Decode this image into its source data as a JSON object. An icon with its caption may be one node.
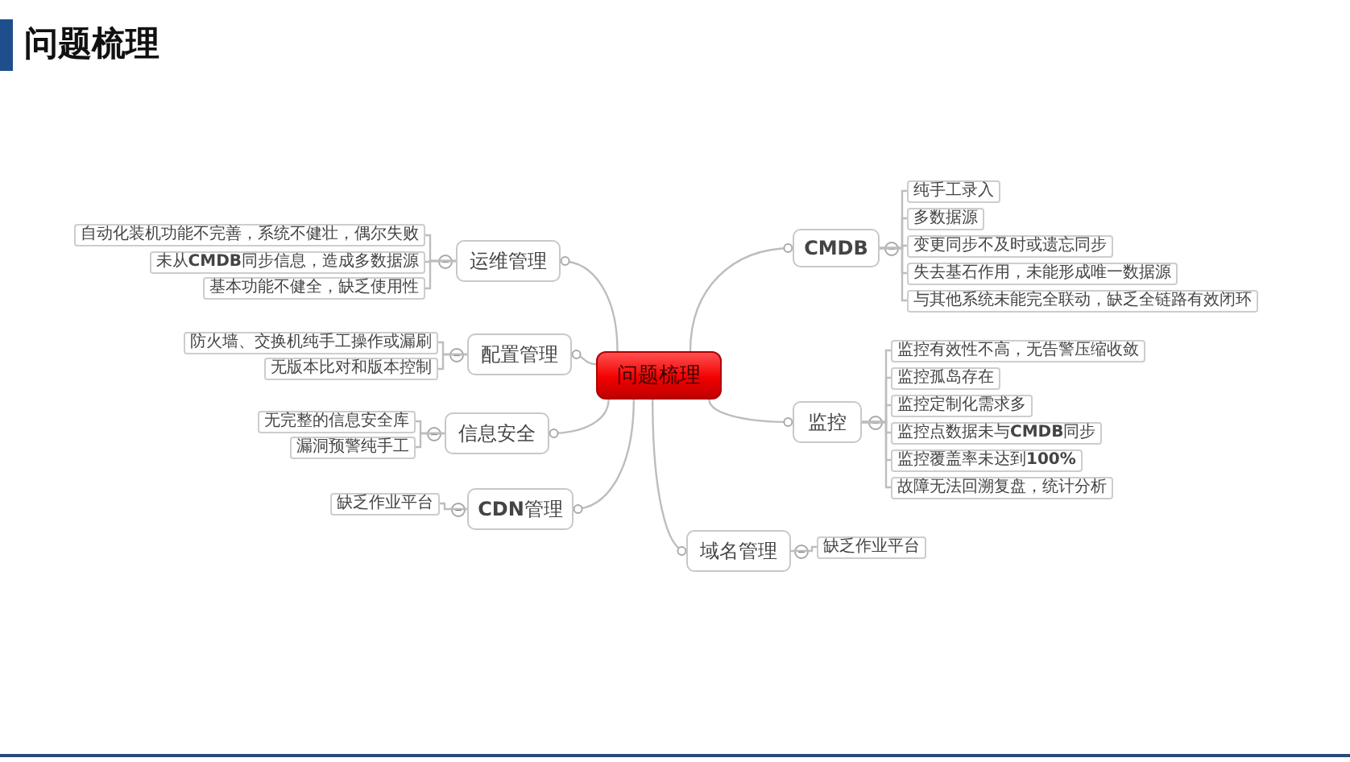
{
  "diagram": {
    "title": "问题梳理",
    "nodes": [
      {
        "text": [
          "问题梳理"
        ]
      },
      {
        "text": [
          "运维管理"
        ]
      },
      {
        "text": [
          "自动化装机功能不完善，系统不健壮，偶尔失败"
        ]
      },
      {
        "text": [
          "未从**CMDB**同步信息，造成多数据源"
        ]
      },
      {
        "text": [
          "基本功能不健全，缺乏使用性"
        ]
      },
      {
        "text": [
          "配置管理"
        ]
      },
      {
        "text": [
          "防火墙、交换机纯手工操作或漏刷"
        ]
      },
      {
        "text": [
          "无版本比对和版本控制"
        ]
      },
      {
        "text": [
          "信息安全"
        ]
      },
      {
        "text": [
          "无完整的信息安全库"
        ]
      },
      {
        "text": [
          "漏洞预警纯手工"
        ]
      },
      {
        "text": [
          "**CDN**管理"
        ]
      },
      {
        "text": [
          "缺乏作业平台"
        ]
      },
      {
        "text": [
          "CMDB"
        ]
      },
      {
        "text": [
          "纯手工录入"
        ]
      },
      {
        "text": [
          "多数据源"
        ]
      },
      {
        "text": [
          "变更同步不及时或遗忘同步"
        ]
      },
      {
        "text": [
          "失去基石作用，未能形成唯一数据源"
        ]
      },
      {
        "text": [
          "与其他系统未能完全联动，缺乏全链路有效闭环"
        ]
      },
      {
        "text": [
          "监控"
        ]
      },
      {
        "text": [
          "监控有效性不高，无告警压缩收敛"
        ]
      },
      {
        "text": [
          "监控孤岛存在"
        ]
      },
      {
        "text": [
          "监控定制化需求多"
        ]
      },
      {
        "text": [
          "监控点数据未与**CMDB**同步"
        ]
      },
      {
        "text": [
          "监控覆盖率未达到**100%**"
        ]
      },
      {
        "text": [
          "故障无法回溯复盘，统计分析"
        ]
      },
      {
        "text": [
          "域名管理"
        ]
      },
      {
        "text": [
          "缺乏作业平台"
        ]
      }
    ],
    "edges": [
      {
        "from": 0,
        "to": 1,
        "arrow": "other"
      },
      {
        "from": 1,
        "to": 2,
        "arrow": "none"
      },
      {
        "from": 1,
        "to": 3,
        "arrow": "none"
      },
      {
        "from": 1,
        "to": 4,
        "arrow": "none"
      },
      {
        "from": 0,
        "to": 5,
        "arrow": "other"
      },
      {
        "from": 5,
        "to": 6,
        "arrow": "none"
      },
      {
        "from": 5,
        "to": 7,
        "arrow": "none"
      },
      {
        "from": 0,
        "to": 8,
        "arrow": "other"
      },
      {
        "from": 8,
        "to": 9,
        "arrow": "none"
      },
      {
        "from": 8,
        "to": 10,
        "arrow": "none"
      },
      {
        "from": 0,
        "to": 11,
        "arrow": "other"
      },
      {
        "from": 11,
        "to": 12,
        "arrow": "none"
      },
      {
        "from": 0,
        "to": 13,
        "arrow": "other"
      },
      {
        "from": 13,
        "to": 14,
        "arrow": "none"
      },
      {
        "from": 13,
        "to": 15,
        "arrow": "none"
      },
      {
        "from": 13,
        "to": 16,
        "arrow": "none"
      },
      {
        "from": 13,
        "to": 17,
        "arrow": "none"
      },
      {
        "from": 13,
        "to": 18,
        "arrow": "none"
      },
      {
        "from": 0,
        "to": 19,
        "arrow": "other"
      },
      {
        "from": 19,
        "to": 20,
        "arrow": "none"
      },
      {
        "from": 19,
        "to": 21,
        "arrow": "none"
      },
      {
        "from": 19,
        "to": 22,
        "arrow": "none"
      },
      {
        "from": 19,
        "to": 23,
        "arrow": "none"
      },
      {
        "from": 19,
        "to": 24,
        "arrow": "none"
      },
      {
        "from": 19,
        "to": 25,
        "arrow": "none"
      },
      {
        "from": 0,
        "to": 26,
        "arrow": "other"
      },
      {
        "from": 26,
        "to": 27,
        "arrow": "none"
      }
    ]
  }
}
